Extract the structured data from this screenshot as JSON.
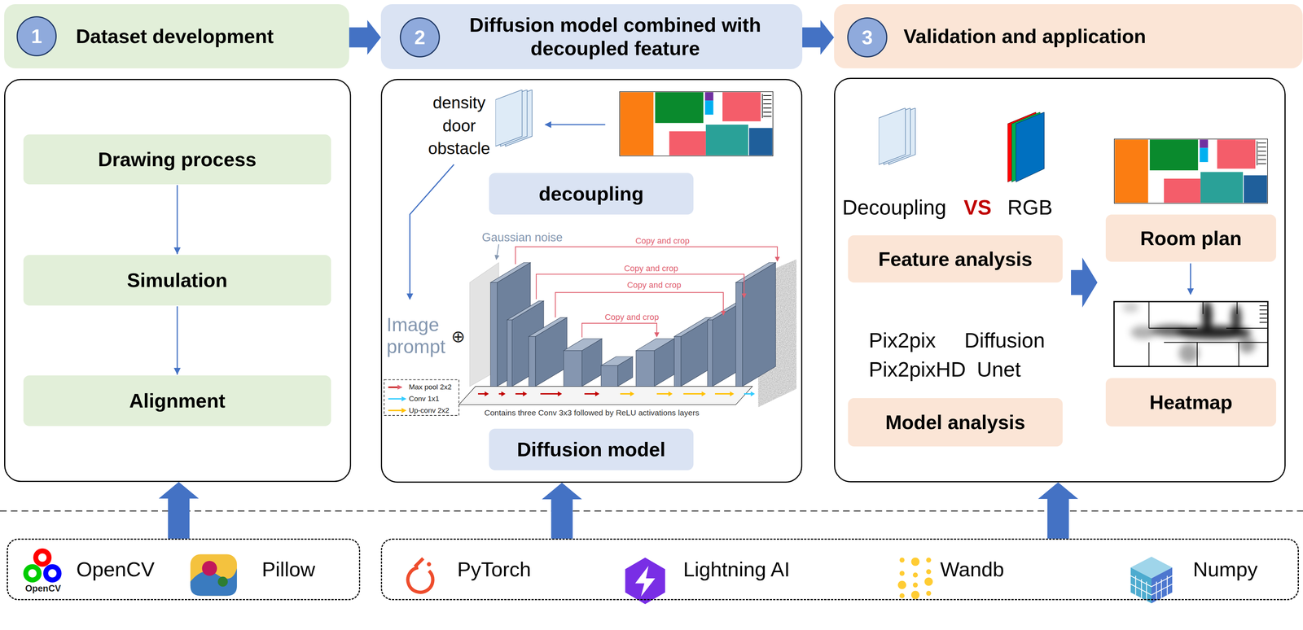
{
  "diagram": {
    "nodes": [
      {
        "text": [
          "Dataset development"
        ]
      },
      {
        "text": [
          "1"
        ],
        "in": 0
      },
      {
        "text": [
          "Diffusion model combined with decoupled feature"
        ]
      },
      {
        "text": [
          "2"
        ],
        "in": 2
      },
      {
        "text": [
          "Validation and application"
        ]
      },
      {
        "text": [
          "3"
        ],
        "in": 4
      },
      {
        "text": []
      },
      {
        "text": [
          "Drawing process"
        ],
        "in": 6
      },
      {
        "text": [
          "Simulation"
        ],
        "in": 6
      },
      {
        "text": [
          "Alignment"
        ],
        "in": 6
      },
      {
        "text": []
      },
      {
        "text": [
          "decoupling"
        ],
        "in": 10
      },
      {
        "text": [
          "Diffusion model"
        ],
        "in": 10
      },
      {
        "text": []
      },
      {
        "text": [
          "Feature analysis"
        ],
        "in": 13
      },
      {
        "text": [
          "Model analysis"
        ],
        "in": 13
      },
      {
        "text": [
          "Room plan"
        ],
        "in": 13
      },
      {
        "text": [
          "Heatmap"
        ],
        "in": 13
      },
      {
        "text": [
          "OpenCV",
          "Pillow"
        ]
      },
      {
        "text": [
          "PyTorch",
          "Lightning AI",
          "Wandb",
          "Numpy"
        ]
      }
    ],
    "edges": [
      {
        "from": 0,
        "to": 2,
        "arrow": "to"
      },
      {
        "from": 2,
        "to": 4,
        "arrow": "to"
      },
      {
        "from": 7,
        "to": 8,
        "arrow": "to"
      },
      {
        "from": 8,
        "to": 9,
        "arrow": "to"
      },
      {
        "from": 14,
        "to": 16,
        "arrow": "to"
      },
      {
        "from": 18,
        "to": 6,
        "arrow": "to"
      },
      {
        "from": 19,
        "to": 10,
        "arrow": "to"
      },
      {
        "from": 19,
        "to": 13,
        "arrow": "to"
      }
    ],
    "labels": [
      "density door obstacle",
      "Gaussian noise",
      "Copy and crop",
      "Copy and crop",
      "Copy and crop",
      "Copy and crop",
      "Image prompt",
      "⊕",
      "Contains three Conv 3x3 followed by ReLU activations layers",
      "Decoupling",
      "VS",
      "RGB",
      "Pix2pix",
      "Diffusion",
      "Pix2pixHD",
      "Unet",
      "OpenCV"
    ],
    "legend": [
      {
        "text": "Max pool 2x2"
      },
      {
        "text": "Conv 1x1"
      },
      {
        "text": "Up-conv 2x2"
      }
    ]
  }
}
